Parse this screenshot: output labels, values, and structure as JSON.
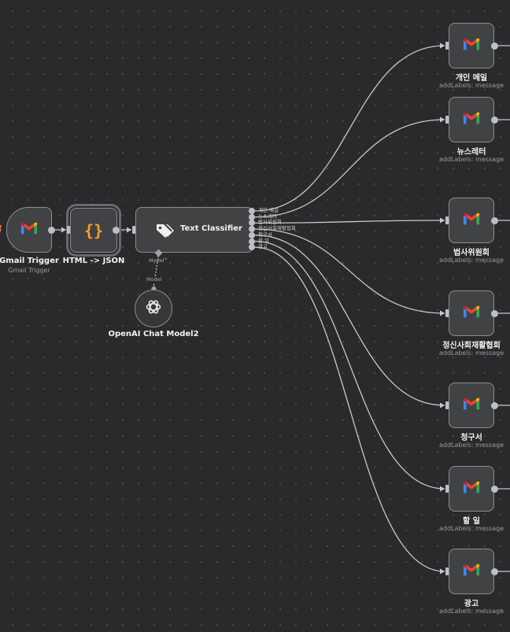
{
  "colors": {
    "canvas": "#2a2a2c",
    "node_fill": "#414244",
    "node_border": "#8e8e92",
    "wire": "#c8c8cc",
    "code_icon": "#ff9e2c",
    "required_marker": "#ff6b6b"
  },
  "icons": {
    "gmail": "gmail-icon",
    "code": "code-braces-icon",
    "classifier": "tag-icon",
    "openai": "openai-icon"
  },
  "nodes": {
    "gmail_trigger": {
      "title": "Gmail Trigger",
      "subtitle": "Gmail Trigger"
    },
    "html_json": {
      "title": "HTML -> JSON"
    },
    "text_classifier": {
      "title": "Text Classifier",
      "model_port": "Model",
      "required_mark": "*"
    },
    "openai_model": {
      "title": "OpenAI Chat Model2",
      "connector_label": "Model"
    }
  },
  "classifier_outputs": [
    "개인 메일",
    "뉴스레터",
    "법사위원회",
    "정신사회재활협회",
    "청구서",
    "할 일",
    "광고"
  ],
  "gmail_actions": [
    {
      "title": "개인 메일",
      "subtitle": "addLabels: message"
    },
    {
      "title": "뉴스레터",
      "subtitle": "addLabels: message"
    },
    {
      "title": "법사위원회",
      "subtitle": "addLabels: message"
    },
    {
      "title": "정신사회재활협회",
      "subtitle": "addLabels: message"
    },
    {
      "title": "청구서",
      "subtitle": "addLabels: message"
    },
    {
      "title": "할 일",
      "subtitle": "addLabels: message"
    },
    {
      "title": "광고",
      "subtitle": "addLabels: message"
    }
  ]
}
